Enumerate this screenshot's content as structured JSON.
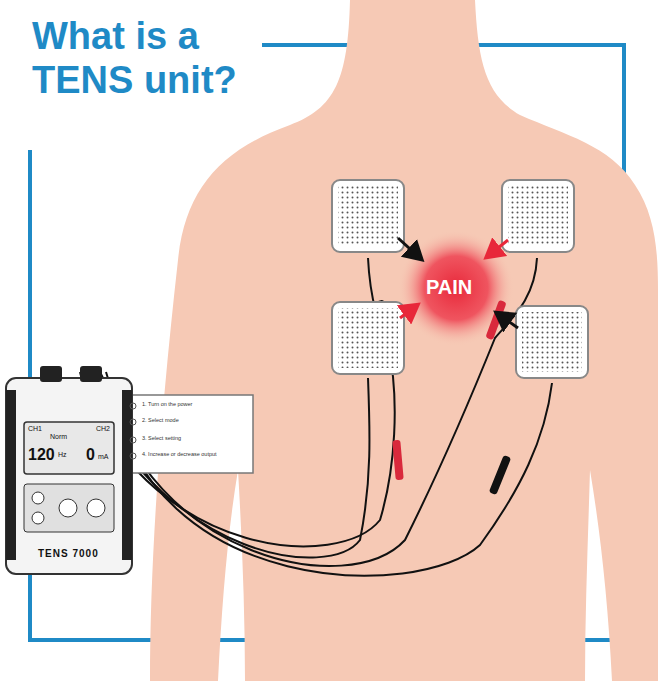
{
  "diagram": {
    "title": "What is a TENS unit?",
    "labels": [
      "PAIN",
      "CH1",
      "CH2",
      "Norm",
      "120",
      "Hz",
      "0",
      "mA",
      "1. Turn on the power",
      "2. Select mode",
      "3. Select setting",
      "4. Increase or decrease output",
      "TENS 7000"
    ]
  }
}
